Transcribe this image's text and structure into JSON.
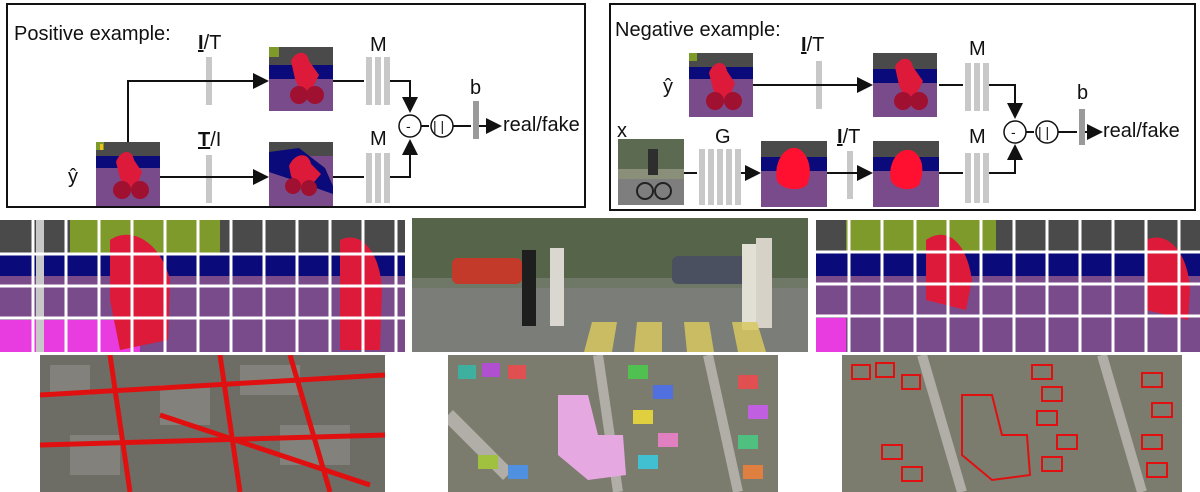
{
  "positive": {
    "title": "Positive example:",
    "op_top_bold": "I",
    "op_top_rest": "/T",
    "op_bottom_bold": "T",
    "op_bottom_rest": "/I",
    "var_y": "ŷ",
    "label_m": "M",
    "label_b": "b",
    "minus": "-",
    "abs": "| |",
    "output": "real/fake"
  },
  "negative": {
    "title": "Negative example:",
    "op_bold": "I",
    "op_rest": "/T",
    "var_y": "ŷ",
    "var_x": "x",
    "label_g": "G",
    "label_m": "M",
    "label_b": "b",
    "minus": "-",
    "abs": "| |",
    "output": "real/fake"
  },
  "colors": {
    "road": "#7a4b8a",
    "car": "#0a0a7a",
    "person": "#dd1a3a",
    "building": "#4a4a4a",
    "vegetation": "#7d9a2a",
    "sidewalk": "#e83be0",
    "sign": "#f0c020",
    "overlay_red": "#e01010"
  }
}
